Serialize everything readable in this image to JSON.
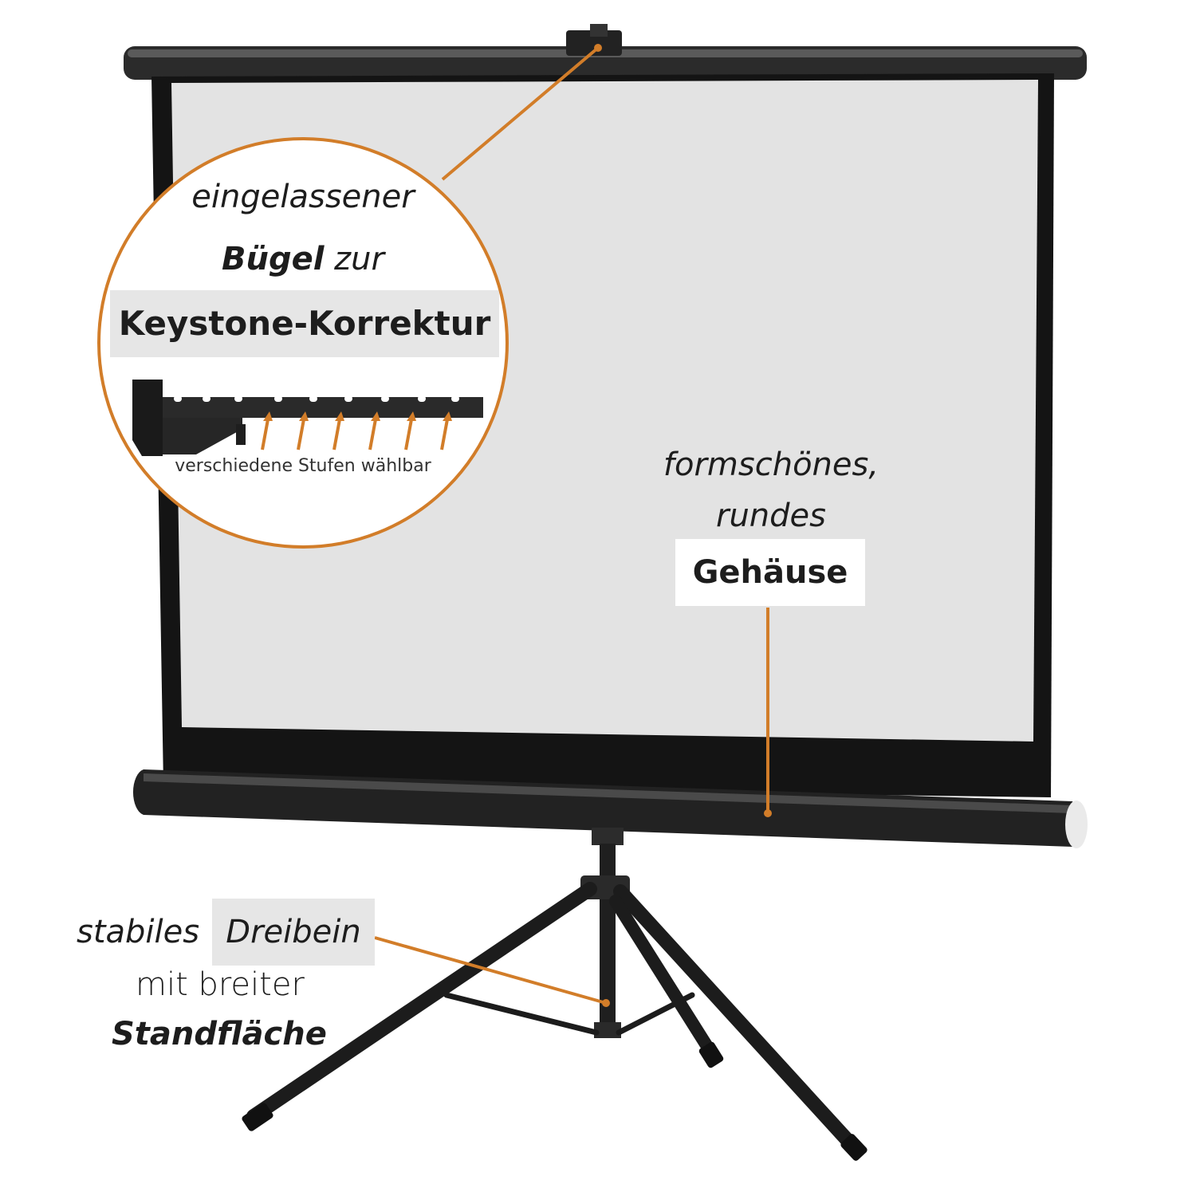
{
  "callout_keystone": {
    "line1": "eingelassener",
    "line2_bold": "Bügel",
    "line2_rest": " zur",
    "highlight": "Keystone-Korrektur",
    "caption": "verschiedene Stufen wählbar"
  },
  "callout_housing": {
    "line1": "formschönes,",
    "line2": "rundes",
    "highlight": "Gehäuse"
  },
  "callout_tripod": {
    "line1": "stabiles",
    "highlight": "Dreibein",
    "line2": "mit breiter",
    "line3": "Standfläche"
  },
  "colors": {
    "accent": "#d27d29",
    "screen_surface": "#e3e3e3",
    "frame": "#1a1a1a",
    "highlight_box": "#e6e6e6"
  }
}
